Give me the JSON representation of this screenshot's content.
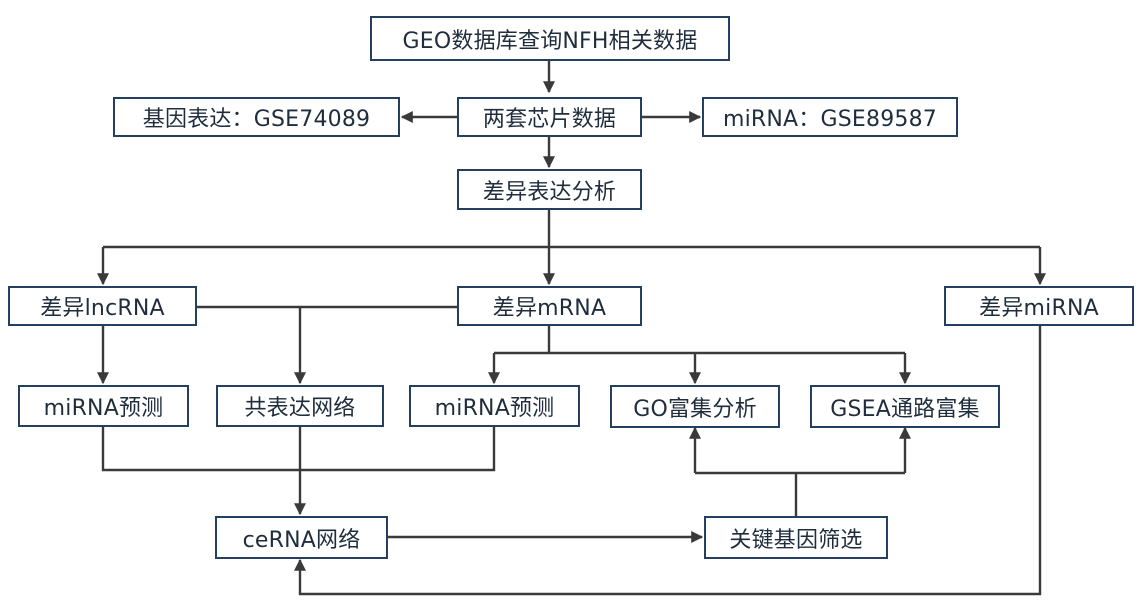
{
  "nodes": {
    "geo_query": "GEO数据库查询NFH相关数据",
    "two_chips": "两套芯片数据",
    "gene_expr": "基因表达：GSE74089",
    "mirna_set": "miRNA：GSE89587",
    "diff_expr": "差异表达分析",
    "diff_lncrna": "差异lncRNA",
    "diff_mrna": "差异mRNA",
    "diff_mirna": "差异miRNA",
    "mirna_pred_1": "miRNA预测",
    "coexpr_net": "共表达网络",
    "mirna_pred_2": "miRNA预测",
    "go_enrich": "GO富集分析",
    "gsea_enrich": "GSEA通路富集",
    "cerna_net": "ceRNA网络",
    "key_genes": "关键基因筛选"
  },
  "colors": {
    "box_border": "#243f60",
    "edge": "#3a3a3a",
    "text": "#1f2d3d"
  }
}
